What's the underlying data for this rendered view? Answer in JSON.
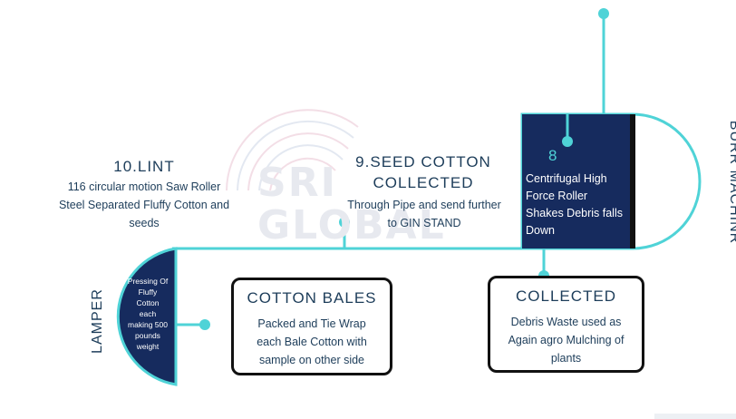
{
  "colors": {
    "line": "#4fd3d7",
    "navy": "#162b5e",
    "text": "#1d3d5a"
  },
  "watermark": {
    "line1": "SRI",
    "line2": "GLOBAL"
  },
  "steps": {
    "lint": {
      "title": "10.LINT",
      "desc": [
        "116 circular motion Saw Roller",
        "Steel Separated Fluffy Cotton and",
        "seeds"
      ]
    },
    "seed_cotton": {
      "title": [
        "9.SEED COTTON",
        "COLLECTED"
      ],
      "desc": [
        "Through Pipe and send further",
        "to GIN STAND"
      ]
    },
    "burr": {
      "label": "BURR MACHINR",
      "number": "8",
      "desc": [
        "Centrifugal High",
        "Force Roller",
        "Shakes Debris falls",
        "Down"
      ]
    },
    "lamper": {
      "label": "LAMPER",
      "desc": [
        "Pressing Of",
        "Fluffy",
        "Cotton",
        "each",
        "making 500",
        "pounds",
        "weight"
      ]
    },
    "bales": {
      "title": "COTTON BALES",
      "desc": [
        "Packed and Tie Wrap",
        "each Bale Cotton with",
        "sample on other side"
      ]
    },
    "collected": {
      "title": "COLLECTED",
      "desc": [
        "Debris Waste used as",
        "Again agro Mulching of",
        "plants"
      ]
    }
  }
}
